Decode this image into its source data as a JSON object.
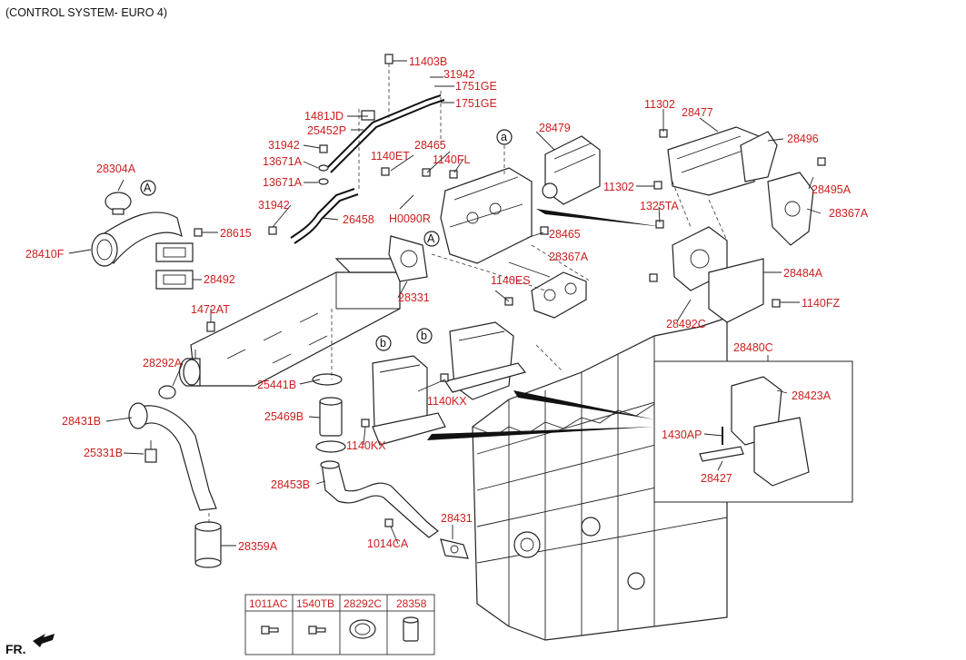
{
  "header": {
    "title": "(CONTROL SYSTEM- EURO 4)"
  },
  "footer": {
    "direction_label": "FR."
  },
  "callout_markers": {
    "A1": "A",
    "A2": "A",
    "a1": "a",
    "b1": "b",
    "b2": "b"
  },
  "labels": {
    "p11403B": "11403B",
    "p31942a": "31942",
    "p1751GE_a": "1751GE",
    "p1751GE_b": "1751GE",
    "p1481JD": "1481JD",
    "p25452P": "25452P",
    "p31942b": "31942",
    "p13671A_a": "13671A",
    "p13671A_b": "13671A",
    "p31942c": "31942",
    "p26458": "26458",
    "p28304A": "28304A",
    "p28410F": "28410F",
    "p28615": "28615",
    "p28492": "28492",
    "p1472AT": "1472AT",
    "p28292A": "28292A",
    "p28431B": "28431B",
    "p25331B": "25331B",
    "p28359A": "28359A",
    "p25441B": "25441B",
    "p25469B": "25469B",
    "p28453B": "28453B",
    "p1014CA": "1014CA",
    "p28431": "28431",
    "p28331": "28331",
    "p1140ET": "1140ET",
    "p28465a": "28465",
    "p1140FL": "1140FL",
    "p H0090R": "H0090R",
    "pH0090R": "H0090R",
    "p28465b": "28465",
    "p28367A_a": "28367A",
    "p1140ES": "1140ES",
    "p1140KX_a": "1140KX",
    "p1140KX_b": "1140KX",
    "p28479": "28479",
    "p11302a": "11302",
    "p28477": "28477",
    "p28496": "28496",
    "p11302b": "11302",
    "p28495A": "28495A",
    "p28367A_b": "28367A",
    "p1325TA": "1325TA",
    "p28484A": "28484A",
    "p1140FZ": "1140FZ",
    "p28492C": "28492C",
    "p28480C": "28480C",
    "p28423A": "28423A",
    "p1430AP": "1430AP",
    "p28427": "28427"
  },
  "legend_table": {
    "headers": [
      "1011AC",
      "1540TB",
      "28292C",
      "28358"
    ]
  }
}
